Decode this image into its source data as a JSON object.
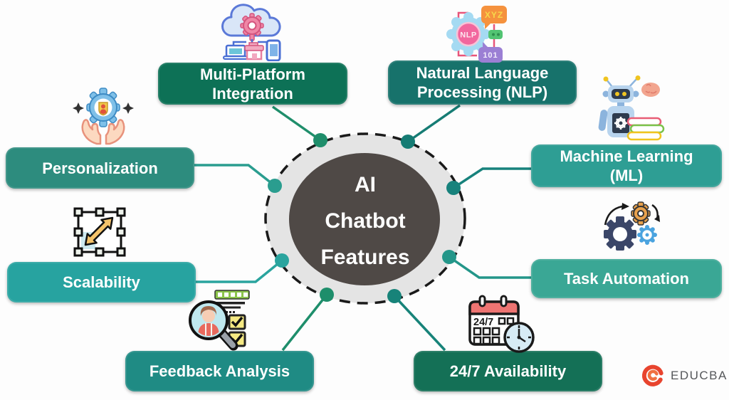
{
  "center": {
    "label": "AI\nChatbot\nFeatures",
    "circle_color": "#4f4946",
    "ring_color": "#e4e4e4"
  },
  "features": [
    {
      "label": "Multi-Platform\nIntegration",
      "icon": "cloud-gear-devices-icon",
      "color": "#0d7156"
    },
    {
      "label": "Natural Language\nProcessing (NLP)",
      "icon": "nlp-gear-chat-icon",
      "color": "#17726b"
    },
    {
      "label": "Machine Learning\n(ML)",
      "icon": "robot-books-icon",
      "color": "#2e9e94"
    },
    {
      "label": "Task Automation",
      "icon": "automation-gears-icon",
      "color": "#3aa795"
    },
    {
      "label": "24/7 Availability",
      "icon": "calendar-clock-icon",
      "color": "#147056"
    },
    {
      "label": "Feedback Analysis",
      "icon": "magnifier-person-checklist-icon",
      "color": "#1f8b84"
    },
    {
      "label": "Scalability",
      "icon": "resize-frame-arrow-icon",
      "color": "#27a3a0"
    },
    {
      "label": "Personalization",
      "icon": "hands-gear-user-icon",
      "color": "#2d8c7e"
    }
  ],
  "icon_texts": {
    "nlp": "NLP",
    "xyz": "XYZ",
    "binary": "101",
    "always": "24/7"
  },
  "logo": {
    "text": "EDUCBA",
    "brand_red": "#e8442e",
    "text_color": "#55575a"
  }
}
